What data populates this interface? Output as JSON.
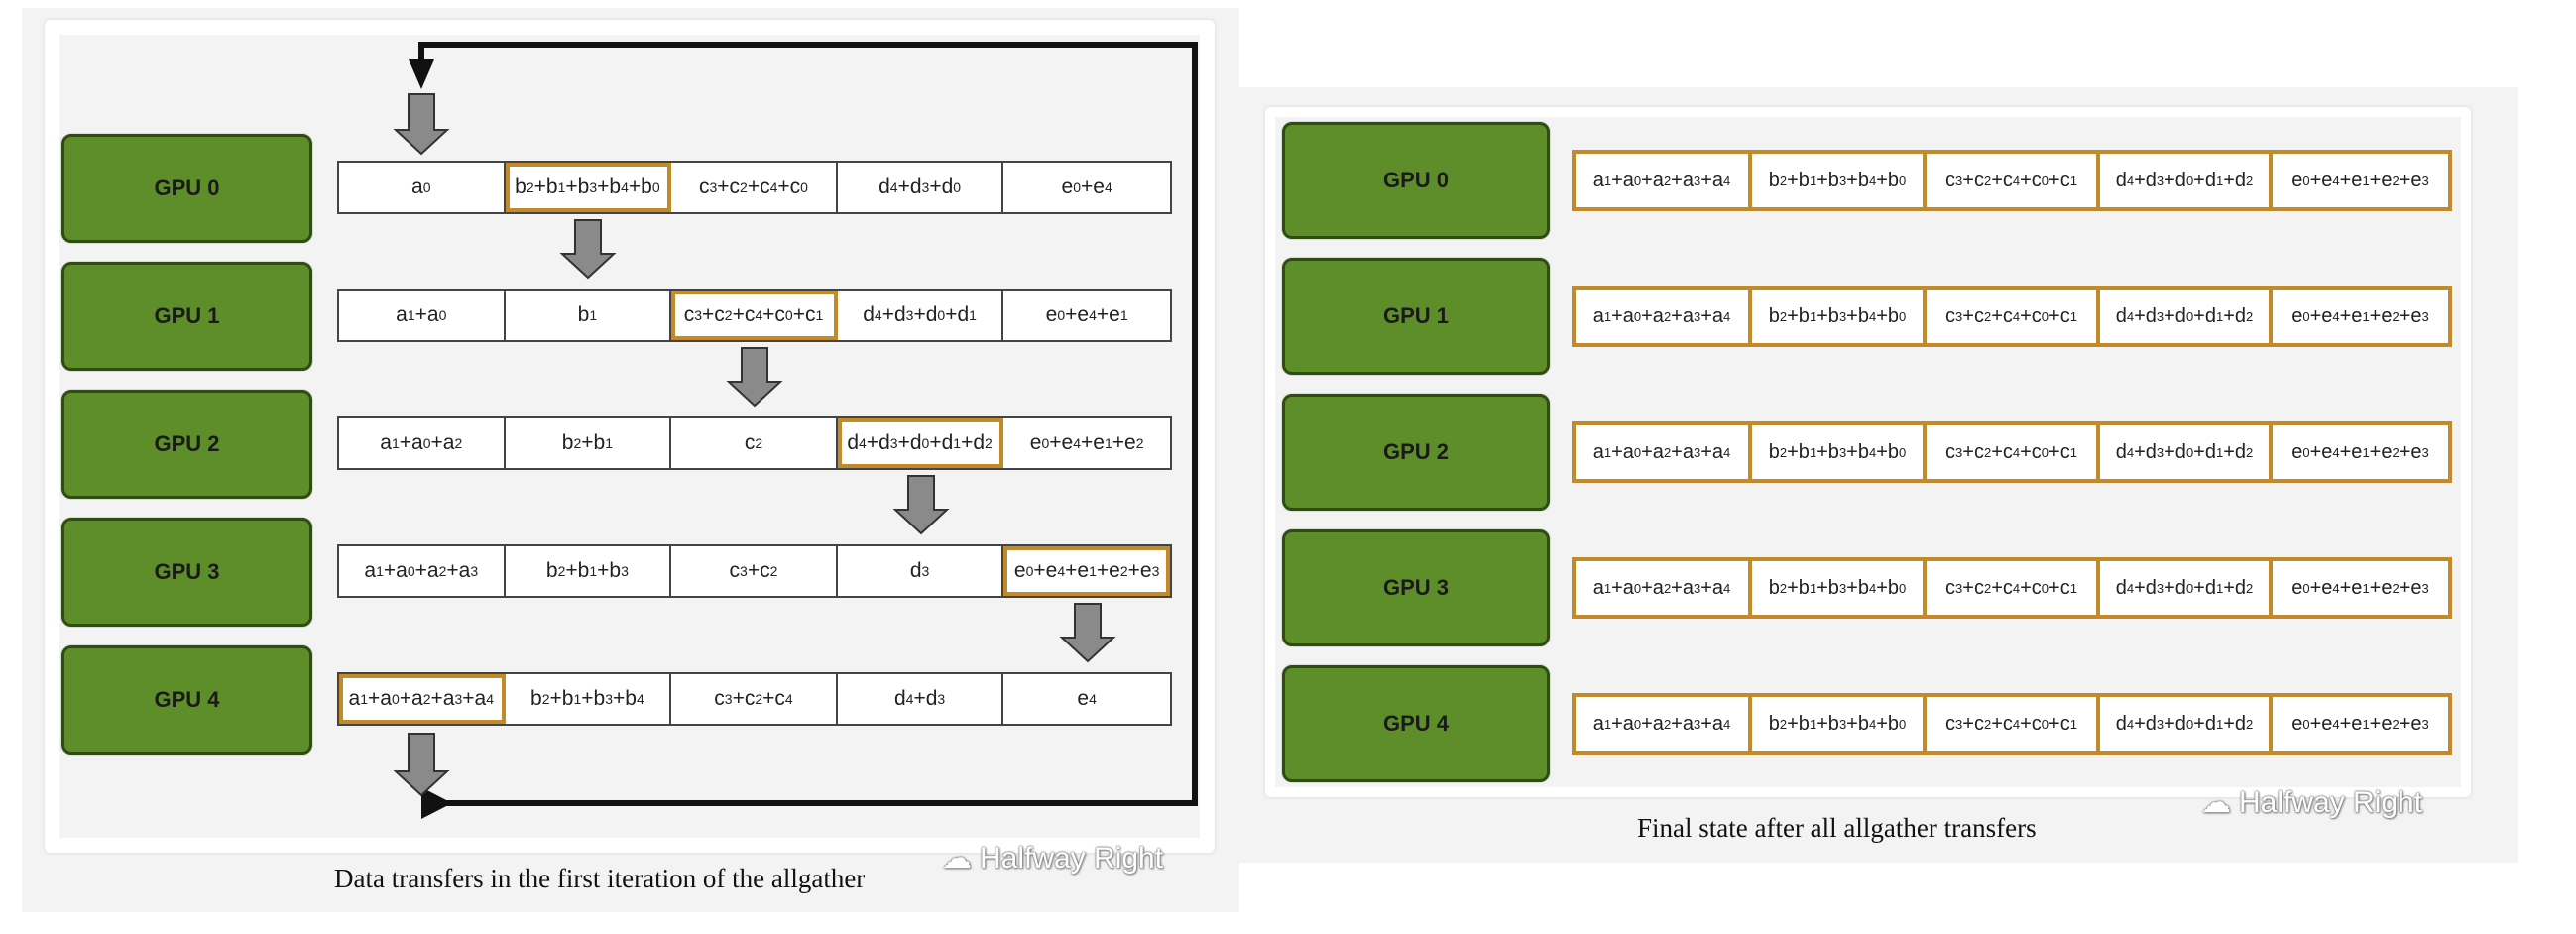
{
  "left": {
    "gpus": [
      "GPU 0",
      "GPU 1",
      "GPU 2",
      "GPU 3",
      "GPU 4"
    ],
    "rows": [
      [
        {
          "base": "a",
          "sub": "0",
          "hl": false,
          "html": "a<sub>0</sub>"
        },
        {
          "hl": true,
          "html": "b<sub>2</sub>+b<sub>1</sub>+b<sub>3</sub>+b<sub>4</sub>+b<sub>0</sub>"
        },
        {
          "hl": false,
          "html": "c<sub>3</sub>+c<sub>2</sub>+c<sub>4</sub>+c<sub>0</sub>"
        },
        {
          "hl": false,
          "html": "d<sub>4</sub>+d<sub>3</sub>+d<sub>0</sub>"
        },
        {
          "hl": false,
          "html": "e<sub>0</sub>+e<sub>4</sub>"
        }
      ],
      [
        {
          "hl": false,
          "html": "a<sub>1</sub>+a<sub>0</sub>"
        },
        {
          "hl": false,
          "html": "b<sub>1</sub>"
        },
        {
          "hl": true,
          "html": "c<sub>3</sub>+c<sub>2</sub>+c<sub>4</sub>+c<sub>0</sub>+c<sub>1</sub>"
        },
        {
          "hl": false,
          "html": "d<sub>4</sub>+d<sub>3</sub>+d<sub>0</sub>+d<sub>1</sub>"
        },
        {
          "hl": false,
          "html": "e<sub>0</sub>+e<sub>4</sub>+e<sub>1</sub>"
        }
      ],
      [
        {
          "hl": false,
          "html": "a<sub>1</sub>+a<sub>0</sub>+a<sub>2</sub>"
        },
        {
          "hl": false,
          "html": "b<sub>2</sub>+b<sub>1</sub>"
        },
        {
          "hl": false,
          "html": "c<sub>2</sub>"
        },
        {
          "hl": true,
          "html": "d<sub>4</sub>+d<sub>3</sub>+d<sub>0</sub>+d<sub>1</sub>+d<sub>2</sub>"
        },
        {
          "hl": false,
          "html": "e<sub>0</sub>+e<sub>4</sub>+e<sub>1</sub>+e<sub>2</sub>"
        }
      ],
      [
        {
          "hl": false,
          "html": "a<sub>1</sub>+a<sub>0</sub>+a<sub>2</sub>+a<sub>3</sub>"
        },
        {
          "hl": false,
          "html": "b<sub>2</sub>+b<sub>1</sub>+b<sub>3</sub>"
        },
        {
          "hl": false,
          "html": "c<sub>3</sub>+c<sub>2</sub>"
        },
        {
          "hl": false,
          "html": "d<sub>3</sub>"
        },
        {
          "hl": true,
          "html": "e<sub>0</sub>+e<sub>4</sub>+e<sub>1</sub>+e<sub>2</sub>+e<sub>3</sub>"
        }
      ],
      [
        {
          "hl": true,
          "html": "a<sub>1</sub>+a<sub>0</sub>+a<sub>2</sub>+a<sub>3</sub>+a<sub>4</sub>"
        },
        {
          "hl": false,
          "html": "b<sub>2</sub>+b<sub>1</sub>+b<sub>3</sub>+b<sub>4</sub>"
        },
        {
          "hl": false,
          "html": "c<sub>3</sub>+c<sub>2</sub>+c<sub>4</sub>"
        },
        {
          "hl": false,
          "html": "d<sub>4</sub>+d<sub>3</sub>"
        },
        {
          "hl": false,
          "html": "e<sub>4</sub>"
        }
      ]
    ],
    "caption": "Data transfers in the first iteration of the allgather",
    "watermark": "Halfway Right"
  },
  "right": {
    "gpus": [
      "GPU 0",
      "GPU 1",
      "GPU 2",
      "GPU 3",
      "GPU 4"
    ],
    "final_row": [
      "a<sub>1</sub>+a<sub>0</sub>+a<sub>2</sub>+a<sub>3</sub>+a<sub>4</sub>",
      "b<sub>2</sub>+b<sub>1</sub>+b<sub>3</sub>+b<sub>4</sub>+b<sub>0</sub>",
      "c<sub>3</sub>+c<sub>2</sub>+c<sub>4</sub>+c<sub>0</sub>+c<sub>1</sub>",
      "d<sub>4</sub>+d<sub>3</sub>+d<sub>0</sub>+d<sub>1</sub>+d<sub>2</sub>",
      "e<sub>0</sub>+e<sub>4</sub>+e<sub>1</sub>+e<sub>2</sub>+e<sub>3</sub>"
    ],
    "caption": "Final state after all allgather transfers",
    "watermark": "Halfway Right"
  },
  "colors": {
    "gpu_fill": "#5e8e2a",
    "gpu_border": "#2f4d10",
    "highlight": "#c38a2a",
    "arrow_fill": "#8a8a8a"
  }
}
